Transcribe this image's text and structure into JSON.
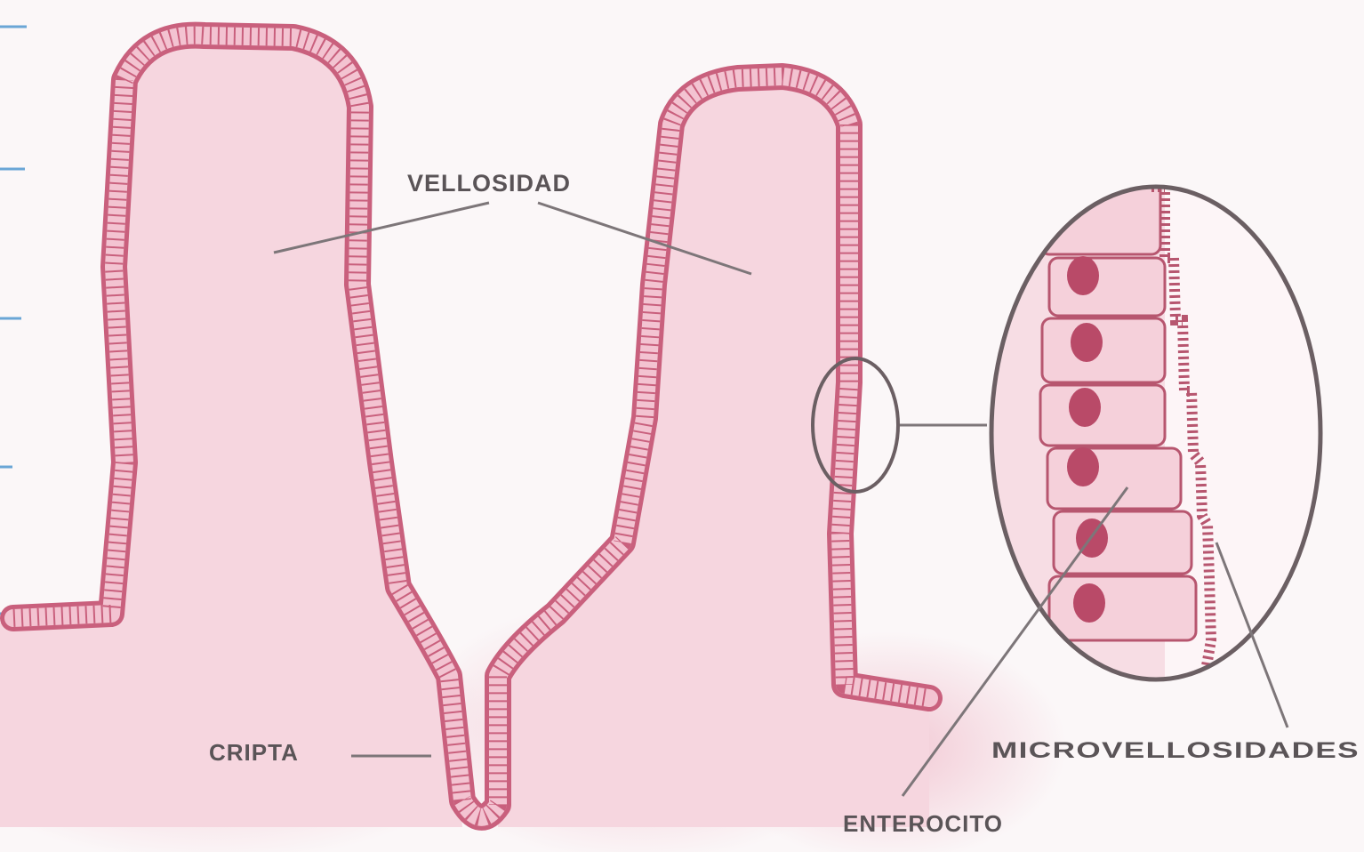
{
  "labels": {
    "villus": "VELLOSIDAD",
    "crypt": "CRIPTA",
    "microvilli": "MICROVELLOSIDADES",
    "enterocyte": "ENTEROCITO"
  },
  "colors": {
    "background": "#fbf7f8",
    "tissue_fill": "#f6d6df",
    "epithelium": "#c9607d",
    "epithelium_inner": "#f3c3d1",
    "nucleus": "#b94a68",
    "leader_line": "#7d7679",
    "magnifier_ring": "#6b5f63",
    "label_text": "#5a5457",
    "left_ticks": "#6aa6d6"
  }
}
